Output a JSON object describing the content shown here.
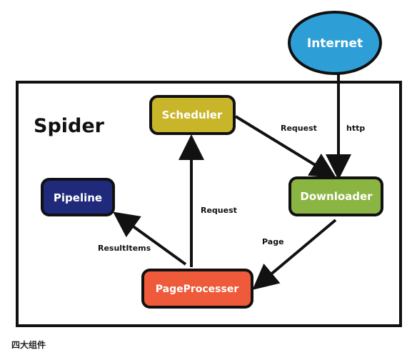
{
  "diagram": {
    "title": "Spider",
    "nodes": {
      "internet": {
        "label": "Internet",
        "color": "#2e9fd6"
      },
      "scheduler": {
        "label": "Scheduler",
        "color": "#c9b52a"
      },
      "downloader": {
        "label": "Downloader",
        "color": "#8bb543"
      },
      "pipeline": {
        "label": "Pipeline",
        "color": "#1f2a7a"
      },
      "pageprocesser": {
        "label": "PageProcesser",
        "color": "#ee5a3a"
      }
    },
    "edges": {
      "scheduler_to_downloader": "Request",
      "internet_to_downloader": "http",
      "processer_to_scheduler": "Request",
      "downloader_to_processer": "Page",
      "processer_to_pipeline": "ResultItems"
    }
  },
  "caption": "四大组件"
}
